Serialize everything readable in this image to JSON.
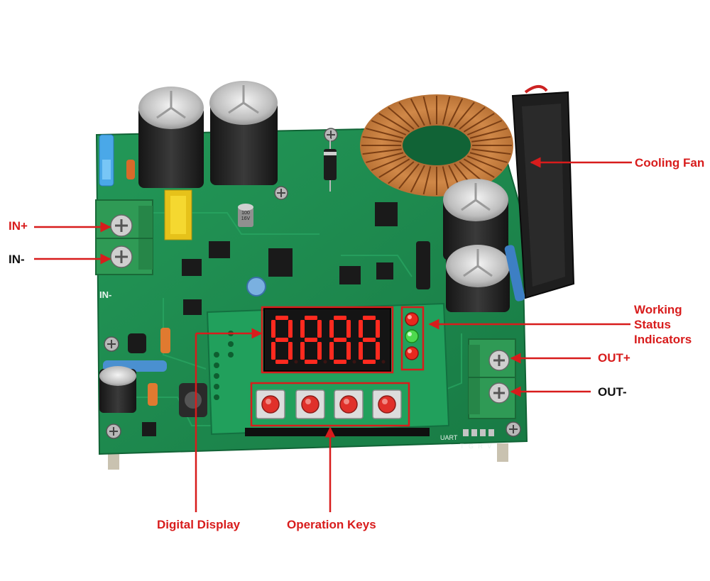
{
  "labels": {
    "cooling_fan": "Cooling Fan",
    "in_plus": "IN+",
    "in_minus": "IN-",
    "working_status_1": "Working",
    "working_status_2": "Status",
    "working_status_3": "Indicators",
    "out_plus": "OUT+",
    "out_minus": "OUT-",
    "digital_display": "Digital Display",
    "operation_keys": "Operation Keys"
  },
  "board": {
    "display_digits": [
      "8",
      "8",
      "8",
      "8"
    ],
    "silk_in_minus": "IN-",
    "silk_uart": "UART",
    "silk_tgrv": "T G R V",
    "cap_text_1": "100",
    "cap_text_2": "16V"
  },
  "colors": {
    "pcb": "#1c8a4e",
    "callout_red": "#d81c1c",
    "copper": "#c47a3a",
    "display_segment": "#ff2a1f",
    "key_red": "#e0302a",
    "terminal_green": "#2f9a55"
  }
}
